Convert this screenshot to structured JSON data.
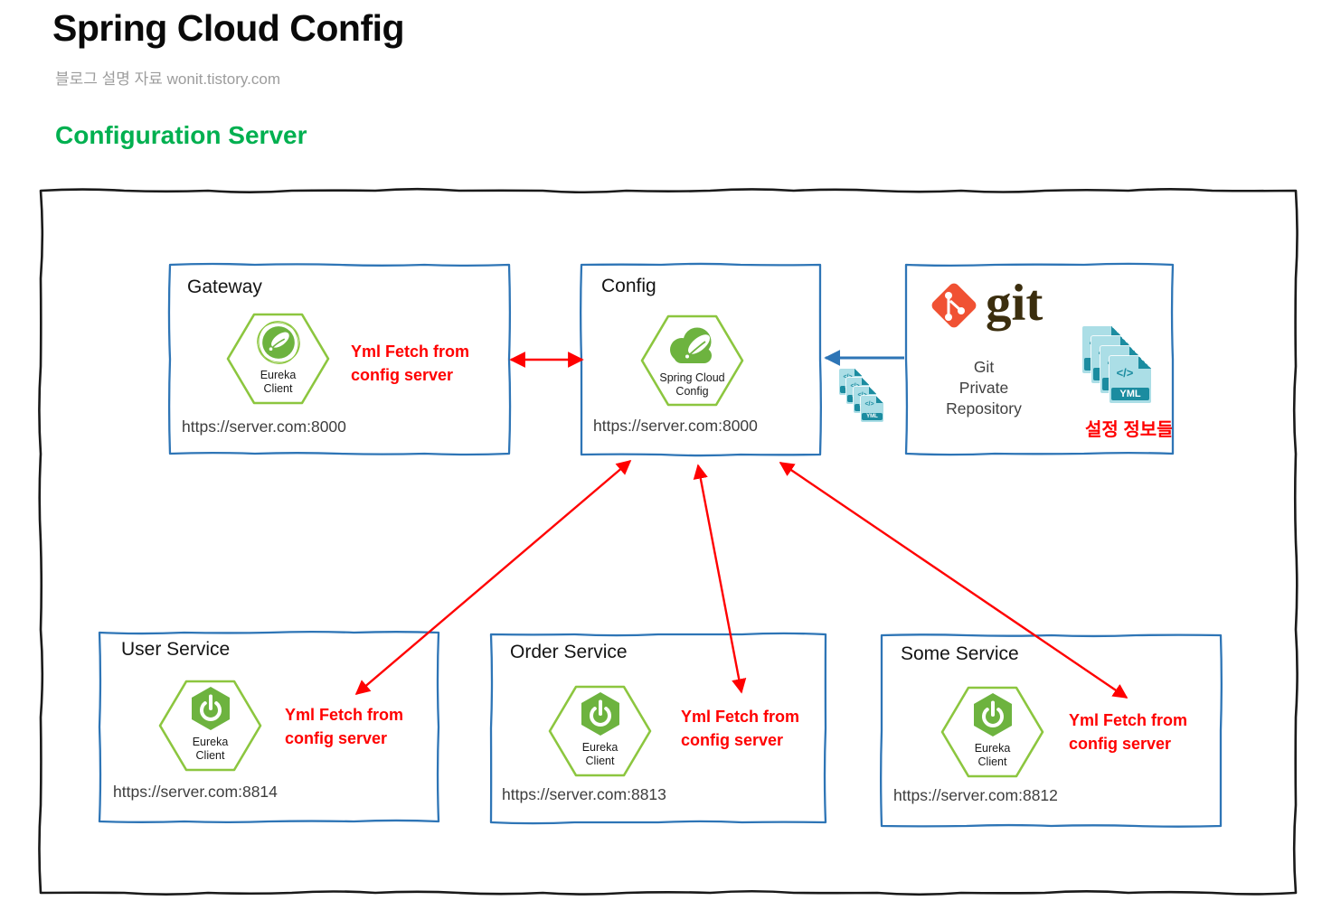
{
  "header": {
    "title": "Spring Cloud Config",
    "subtitle": "블로그 설명 자료 wonit.tistory.com",
    "section": "Configuration Server"
  },
  "nodes": {
    "gateway": {
      "title": "Gateway",
      "hex_label": "Eureka\nClient",
      "annotation": "Yml Fetch from\nconfig server",
      "url": "https://server.com:8000"
    },
    "config": {
      "title": "Config",
      "hex_label": "Spring Cloud\nConfig",
      "url": "https://server.com:8000"
    },
    "git": {
      "wordmark": "git",
      "label": "Git\nPrivate\nRepository",
      "annotation": "설정 정보들",
      "file_glyph": "</>",
      "file_label": "YML"
    },
    "user_service": {
      "title": "User Service",
      "hex_label": "Eureka\nClient",
      "annotation": "Yml Fetch from\nconfig server",
      "url": "https://server.com:8814"
    },
    "order_service": {
      "title": "Order Service",
      "hex_label": "Eureka\nClient",
      "annotation": "Yml Fetch from\nconfig server",
      "url": "https://server.com:8813"
    },
    "some_service": {
      "title": "Some Service",
      "hex_label": "Eureka\nClient",
      "annotation": "Yml Fetch from\nconfig server",
      "url": "https://server.com:8812"
    }
  },
  "colors": {
    "box_border_blue": "#2E75B6",
    "outer_border_black": "#1a1a1a",
    "arrow_red": "#FF0000",
    "spring_green": "#6DB33F",
    "hex_border_green": "#8CC63F",
    "heading_green": "#00B050",
    "git_orange": "#F05133",
    "git_wordmark_brown": "#3B2E0E",
    "yml_teal_light": "#ABDEE6",
    "yml_teal_dark": "#1B8CA0"
  }
}
